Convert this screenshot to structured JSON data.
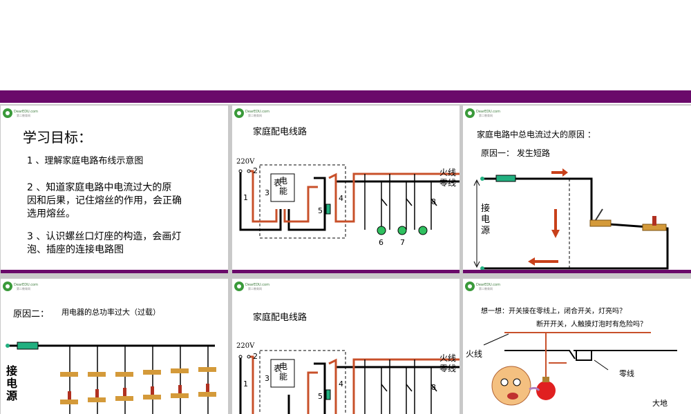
{
  "brand": {
    "logo_text": "DearEDU.com",
    "logo_subtext": "第二教育网"
  },
  "colors": {
    "header_bar": "#6a0a6a",
    "live_wire": "#c8502a",
    "neutral_wire": "#000000",
    "arrow": "#c8401a",
    "fuse": "#22b080",
    "lamp": "#30c060"
  },
  "slide1": {
    "title": "学习目标：",
    "item1": "1 、理解家庭电路布线示意图",
    "item2_line1": "2 、知道家庭电路中电流过大的原",
    "item2_line2": "因和后果，记住熔丝的作用，会正确",
    "item2_line3": "选用熔丝。",
    "item3_line1": "3 、认识螺丝口灯座的构造，会画灯",
    "item3_line2": "泡、插座的连接电路图"
  },
  "slide2": {
    "title": "家庭配电线路",
    "voltage": "220V",
    "label_live": "火线",
    "label_neutral": "零线",
    "meter_line1": "表",
    "meter_line2": "电",
    "meter_line3": "能",
    "n1": "1",
    "n2": "2",
    "n3": "3",
    "n4": "4",
    "n5": "5",
    "n6": "6",
    "n7": "7",
    "n8": "8"
  },
  "slide3": {
    "title": "家庭电路中总电流过大的原因 ：",
    "reason1": "原因一：  发生短路",
    "source_1": "接",
    "source_2": "电",
    "source_3": "源"
  },
  "slide4": {
    "reason_label": "原因二：",
    "reason_text": "用电器的总功率过大（过载）",
    "source_1": "接",
    "source_2": "电",
    "source_3": "源"
  },
  "slide5": {
    "title": "家庭配电线路",
    "voltage": "220V",
    "label_live": "火线",
    "label_neutral": "零线",
    "meter_line1": "表",
    "meter_line2": "电",
    "meter_line3": "能",
    "n1": "1",
    "n2": "2",
    "n3": "3",
    "n4": "4",
    "n5": "5",
    "n8": "8"
  },
  "slide6": {
    "question_line1": "想一想：开关接在零线上，闭合开关，灯亮吗？",
    "question_line2": "断开开关，人触摸灯泡时有危险吗？",
    "label_live": "火线",
    "label_neutral": "零线",
    "label_ground": "大地"
  }
}
